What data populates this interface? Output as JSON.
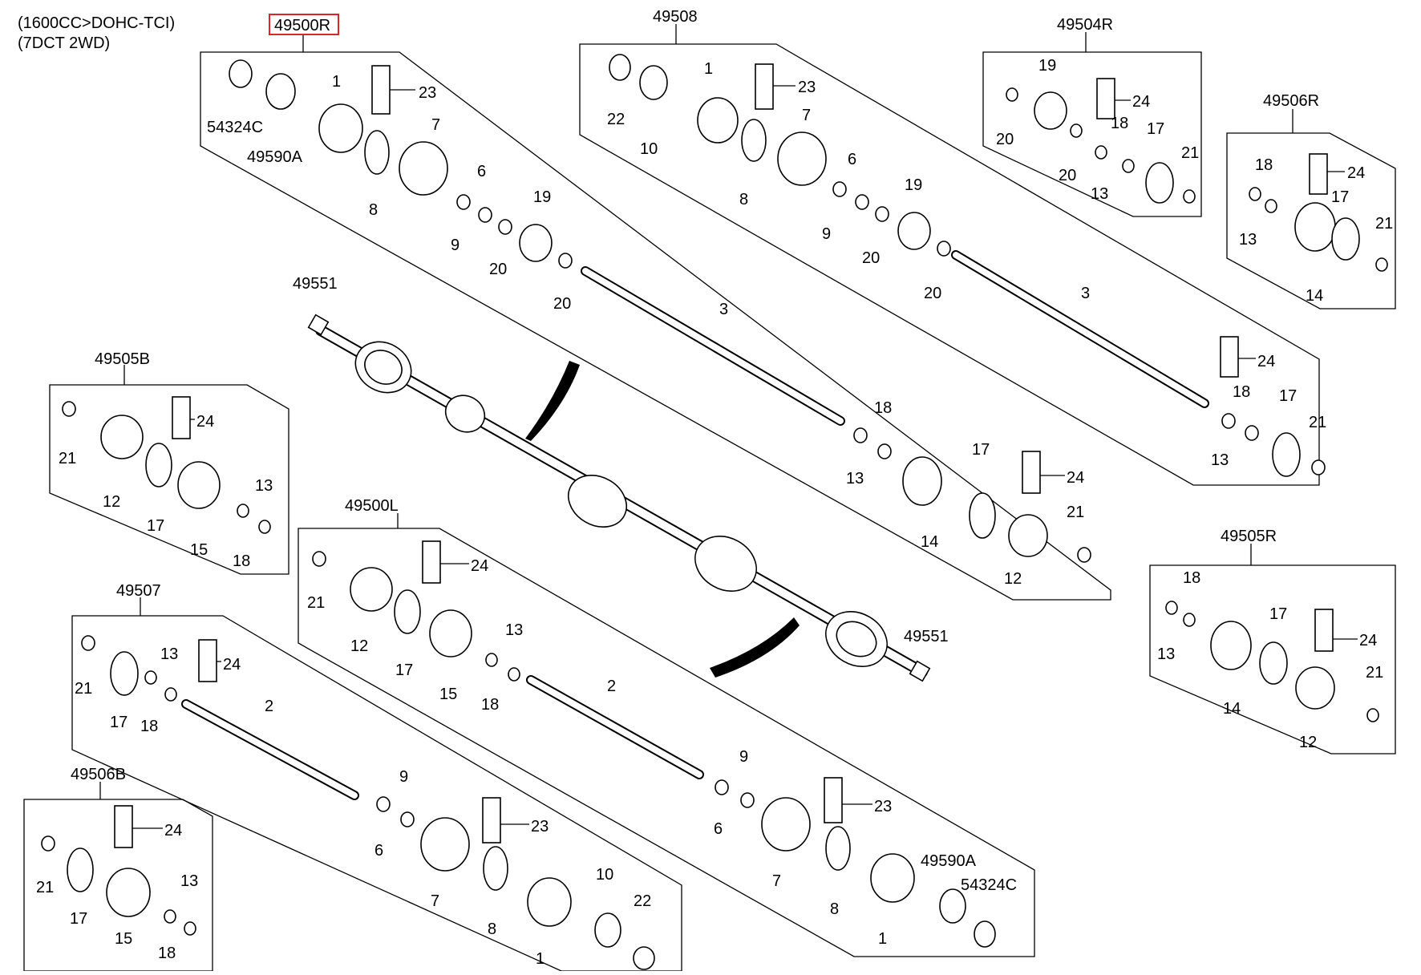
{
  "header": {
    "line1": "(1600CC>DOHC-TCI)",
    "line2": "(7DCT 2WD)"
  },
  "highlight_color": "#d9262a",
  "assemblies": {
    "a49500R": "49500R",
    "a49508": "49508",
    "a49504R": "49504R",
    "a49506R": "49506R",
    "a49505B": "49505B",
    "a49500L": "49500L",
    "a49505R": "49505R",
    "a49507": "49507",
    "a49506B": "49506B"
  },
  "parts": {
    "p49551": "49551",
    "p49590A": "49590A",
    "p54324C": "54324C",
    "n1": "1",
    "n2": "2",
    "n3": "3",
    "n6": "6",
    "n7": "7",
    "n8": "8",
    "n9": "9",
    "n10": "10",
    "n12": "12",
    "n13": "13",
    "n14": "14",
    "n15": "15",
    "n17": "17",
    "n18": "18",
    "n19": "19",
    "n20": "20",
    "n21": "21",
    "n22": "22",
    "n23": "23",
    "n24": "24"
  }
}
